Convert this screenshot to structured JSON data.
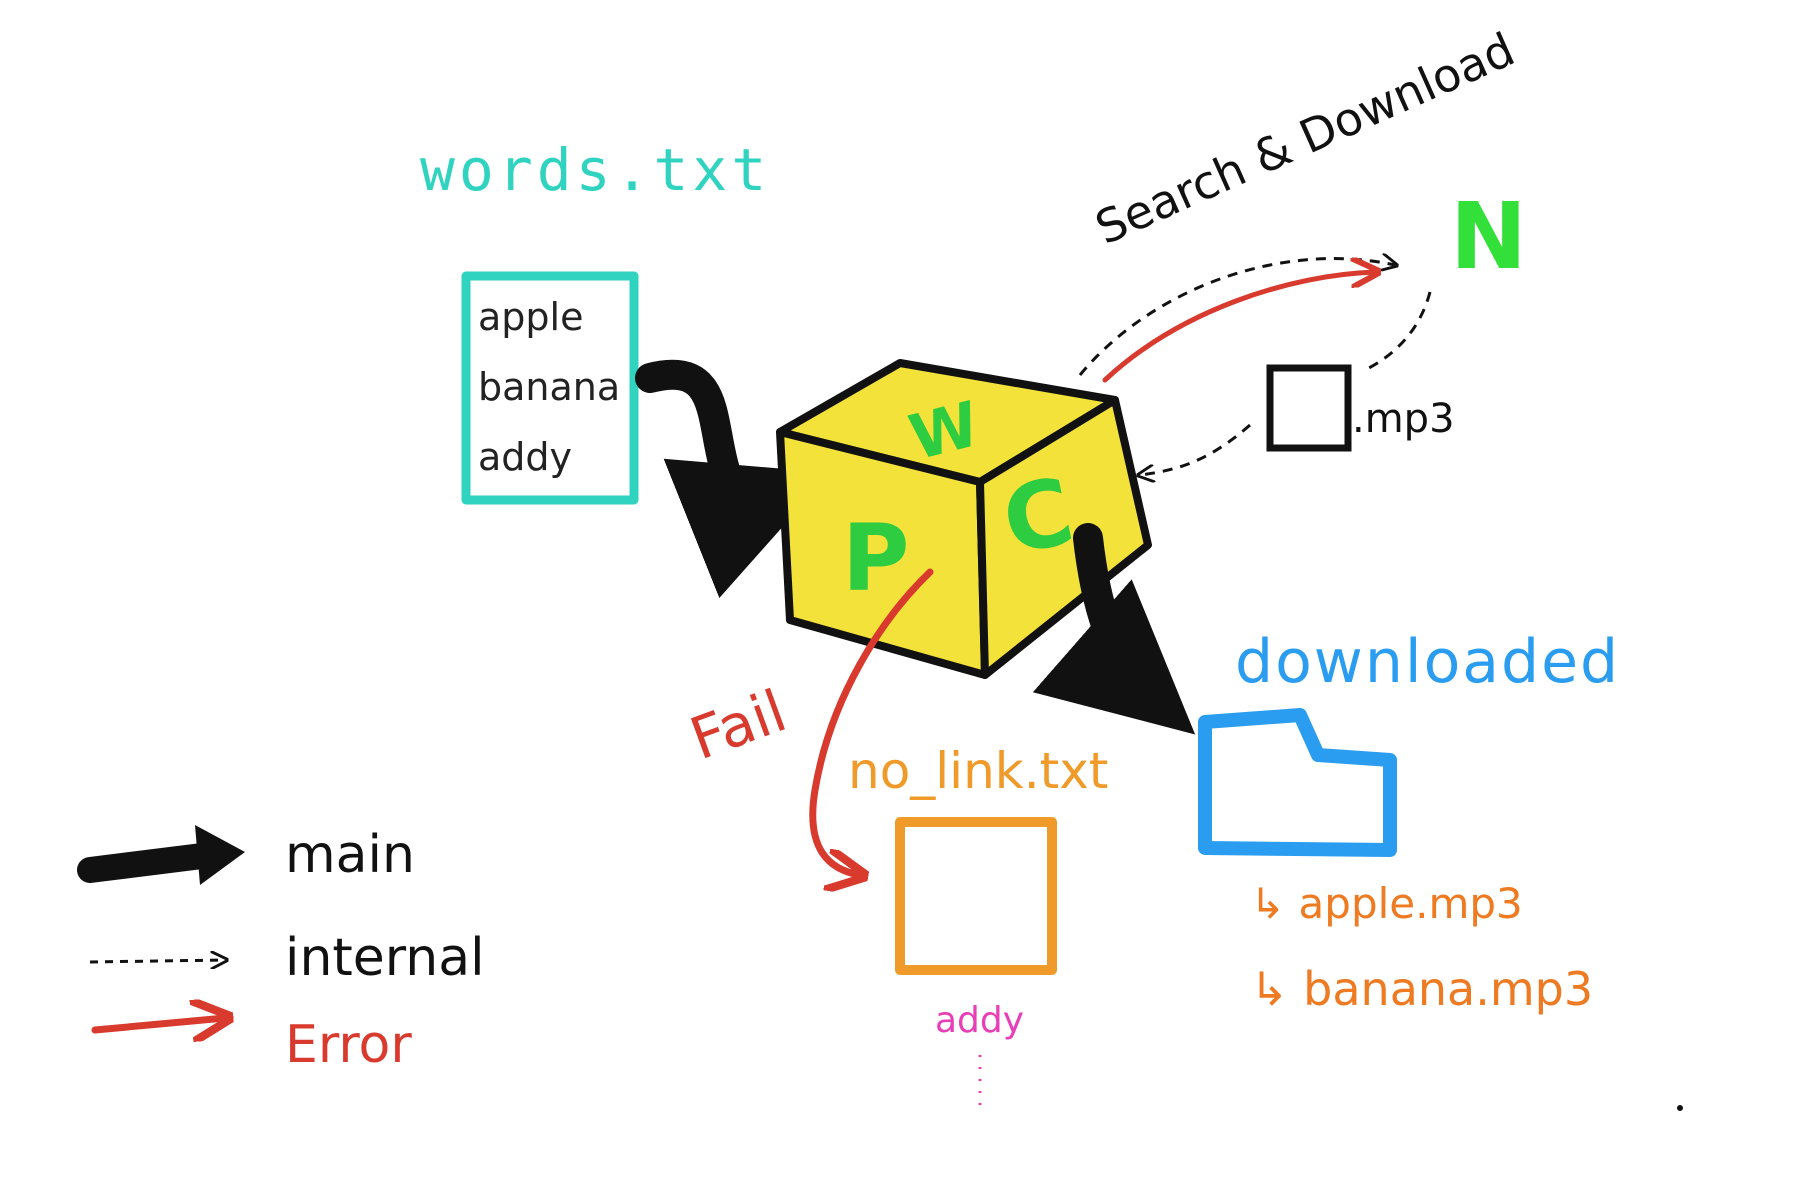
{
  "input_file": {
    "title": "words.txt",
    "lines": [
      "apple",
      "banana",
      "addy"
    ]
  },
  "cube": {
    "letter_top": "W",
    "letter_front": "P",
    "letter_side": "C"
  },
  "remote": {
    "action_label": "Search & Download",
    "service_letter": "N",
    "file_label": ".mp3"
  },
  "downloaded_folder": {
    "title": "downloaded",
    "files": [
      "apple.mp3",
      "banana.mp3"
    ]
  },
  "failure": {
    "fail_label": "Fail",
    "file_title": "no_link.txt",
    "entry": "addy"
  },
  "legend": {
    "items": [
      {
        "style": "main",
        "label": "main"
      },
      {
        "style": "internal",
        "label": "internal"
      },
      {
        "style": "error",
        "label": "Error"
      }
    ]
  },
  "colors": {
    "teal": "#2fd3bf",
    "black": "#111111",
    "yellow": "#f2e23a",
    "green": "#2ecc40",
    "bright_green": "#33e03a",
    "red": "#d93a2e",
    "blue": "#2a9df0",
    "orange": "#f09a2a",
    "dark_orange": "#ee7a22",
    "pink": "#e83fb6"
  }
}
